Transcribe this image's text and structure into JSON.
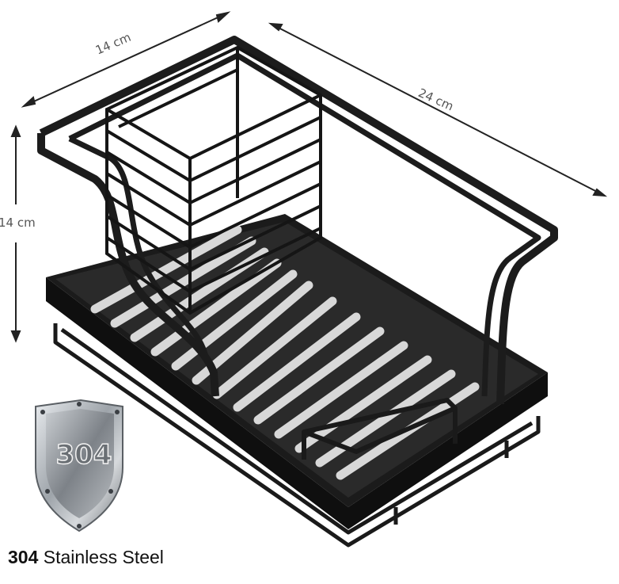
{
  "dimensions": {
    "width_top": "14 cm",
    "length": "24 cm",
    "height": "14 cm"
  },
  "badge": {
    "number": "304"
  },
  "caption": {
    "bold": "304",
    "text": " Stainless Steel"
  },
  "colors": {
    "rack": "#1a1a1a",
    "rack_highlight": "#8a8a8a",
    "shield": "#9aa0a6",
    "arrow": "#222222"
  }
}
